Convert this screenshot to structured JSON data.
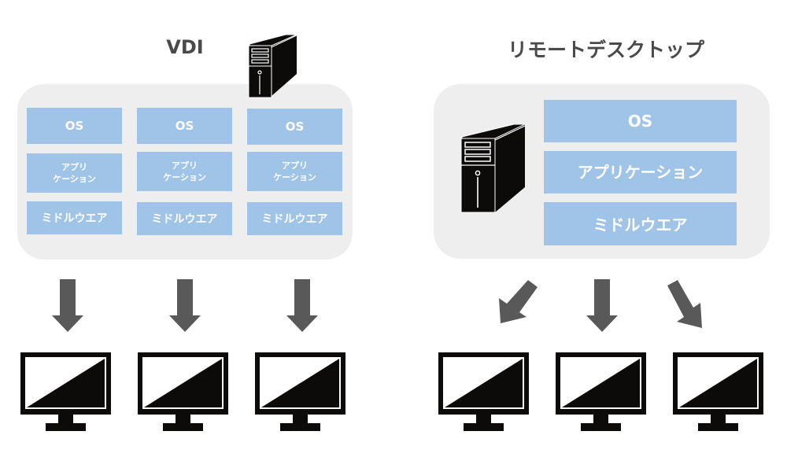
{
  "vdi": {
    "title": "VDI",
    "vms": [
      {
        "os": "OS",
        "app_line1": "アプリ",
        "app_line2": "ケーション",
        "middleware": "ミドルウエア"
      },
      {
        "os": "OS",
        "app_line1": "アプリ",
        "app_line2": "ケーション",
        "middleware": "ミドルウエア"
      },
      {
        "os": "OS",
        "app_line1": "アプリ",
        "app_line2": "ケーション",
        "middleware": "ミドルウエア"
      }
    ],
    "clients": 3
  },
  "remote_desktop": {
    "title": "リモートデスクトップ",
    "os": "OS",
    "application": "アプリケーション",
    "middleware": "ミドルウエア",
    "clients": 3
  },
  "colors": {
    "panel": "#eeeeee",
    "box": "#9fc4e7",
    "arrow": "#595959",
    "icon": "#0d0a0a",
    "title": "#4a4a4a"
  }
}
